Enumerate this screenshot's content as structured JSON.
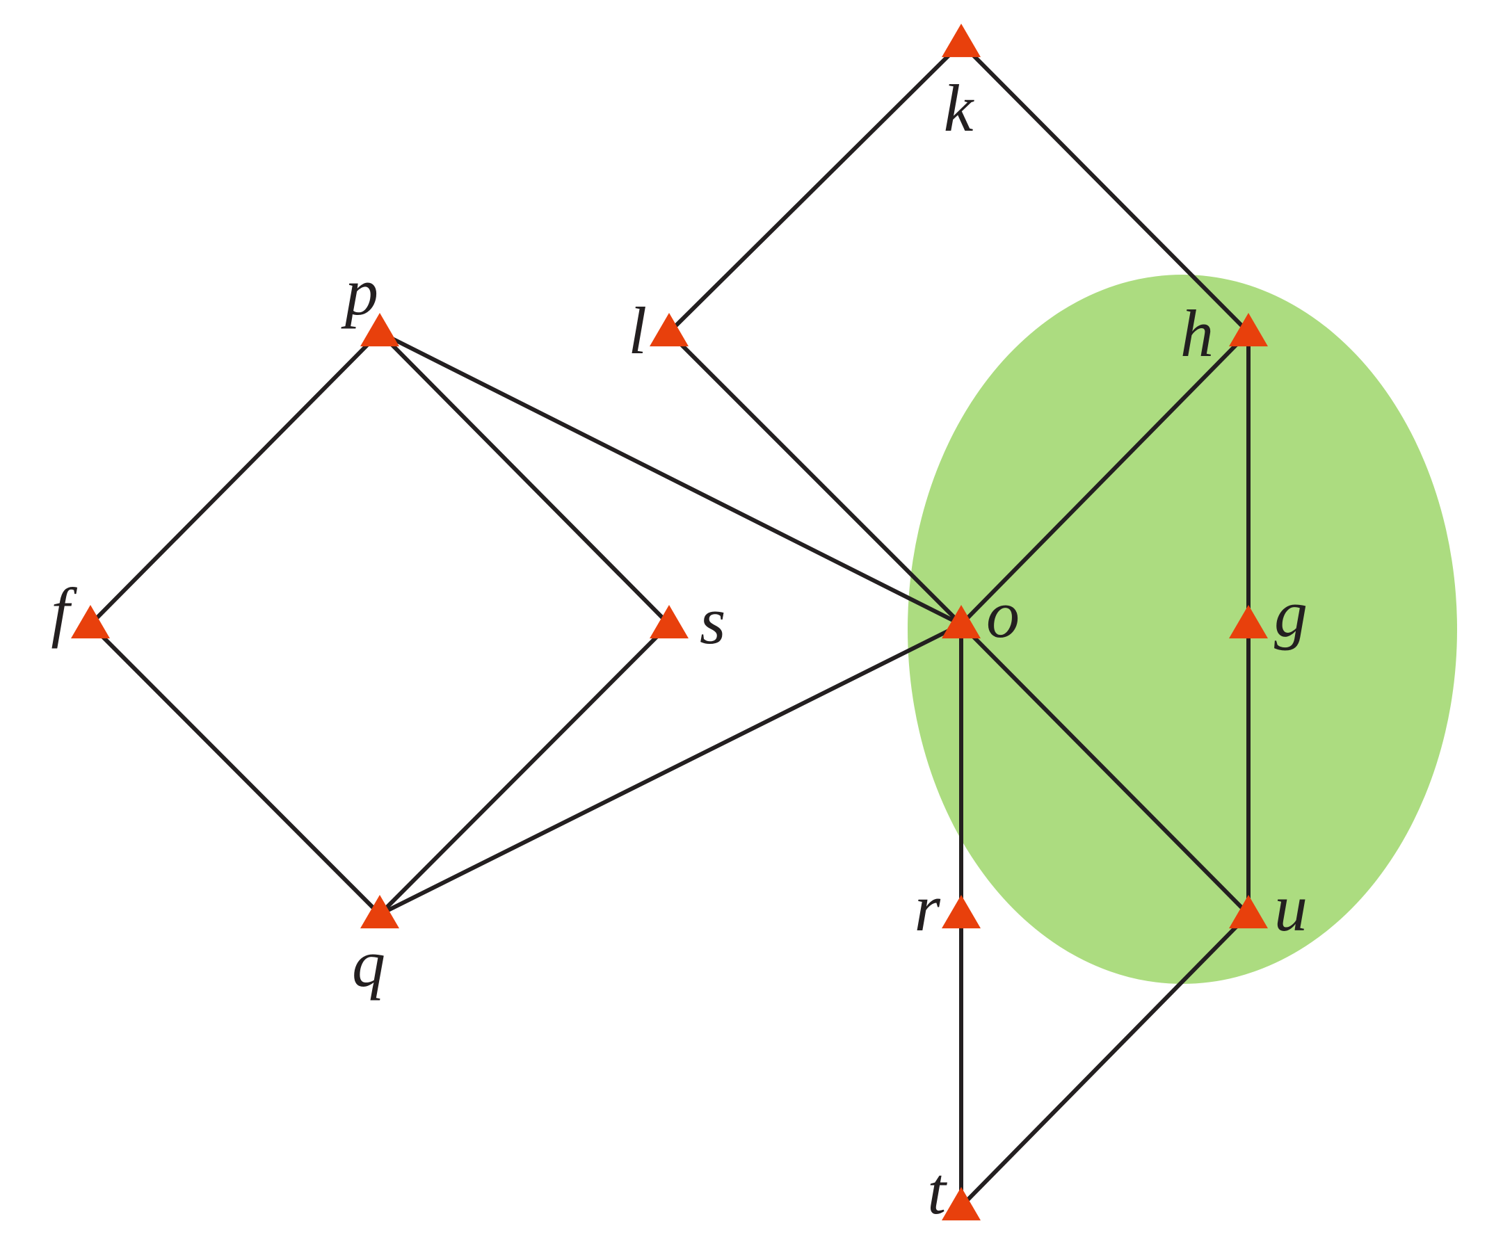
{
  "diagram": {
    "highlight_color": "#acdc80",
    "node_color": "#e8400c",
    "edge_color": "#231f20",
    "nodes": [
      {
        "id": "k",
        "label": "k"
      },
      {
        "id": "l",
        "label": "l"
      },
      {
        "id": "h",
        "label": "h"
      },
      {
        "id": "p",
        "label": "p"
      },
      {
        "id": "f",
        "label": "f"
      },
      {
        "id": "s",
        "label": "s"
      },
      {
        "id": "o",
        "label": "o"
      },
      {
        "id": "g",
        "label": "g"
      },
      {
        "id": "q",
        "label": "q"
      },
      {
        "id": "r",
        "label": "r"
      },
      {
        "id": "u",
        "label": "u"
      },
      {
        "id": "t",
        "label": "t"
      }
    ],
    "edges": [
      [
        "k",
        "l"
      ],
      [
        "k",
        "h"
      ],
      [
        "l",
        "o"
      ],
      [
        "p",
        "f"
      ],
      [
        "p",
        "s"
      ],
      [
        "p",
        "o"
      ],
      [
        "f",
        "q"
      ],
      [
        "s",
        "q"
      ],
      [
        "q",
        "o"
      ],
      [
        "h",
        "o"
      ],
      [
        "h",
        "g"
      ],
      [
        "g",
        "u"
      ],
      [
        "o",
        "u"
      ],
      [
        "o",
        "r"
      ],
      [
        "r",
        "t"
      ],
      [
        "u",
        "t"
      ]
    ],
    "highlighted_nodes": [
      "h",
      "o",
      "g",
      "u"
    ]
  }
}
